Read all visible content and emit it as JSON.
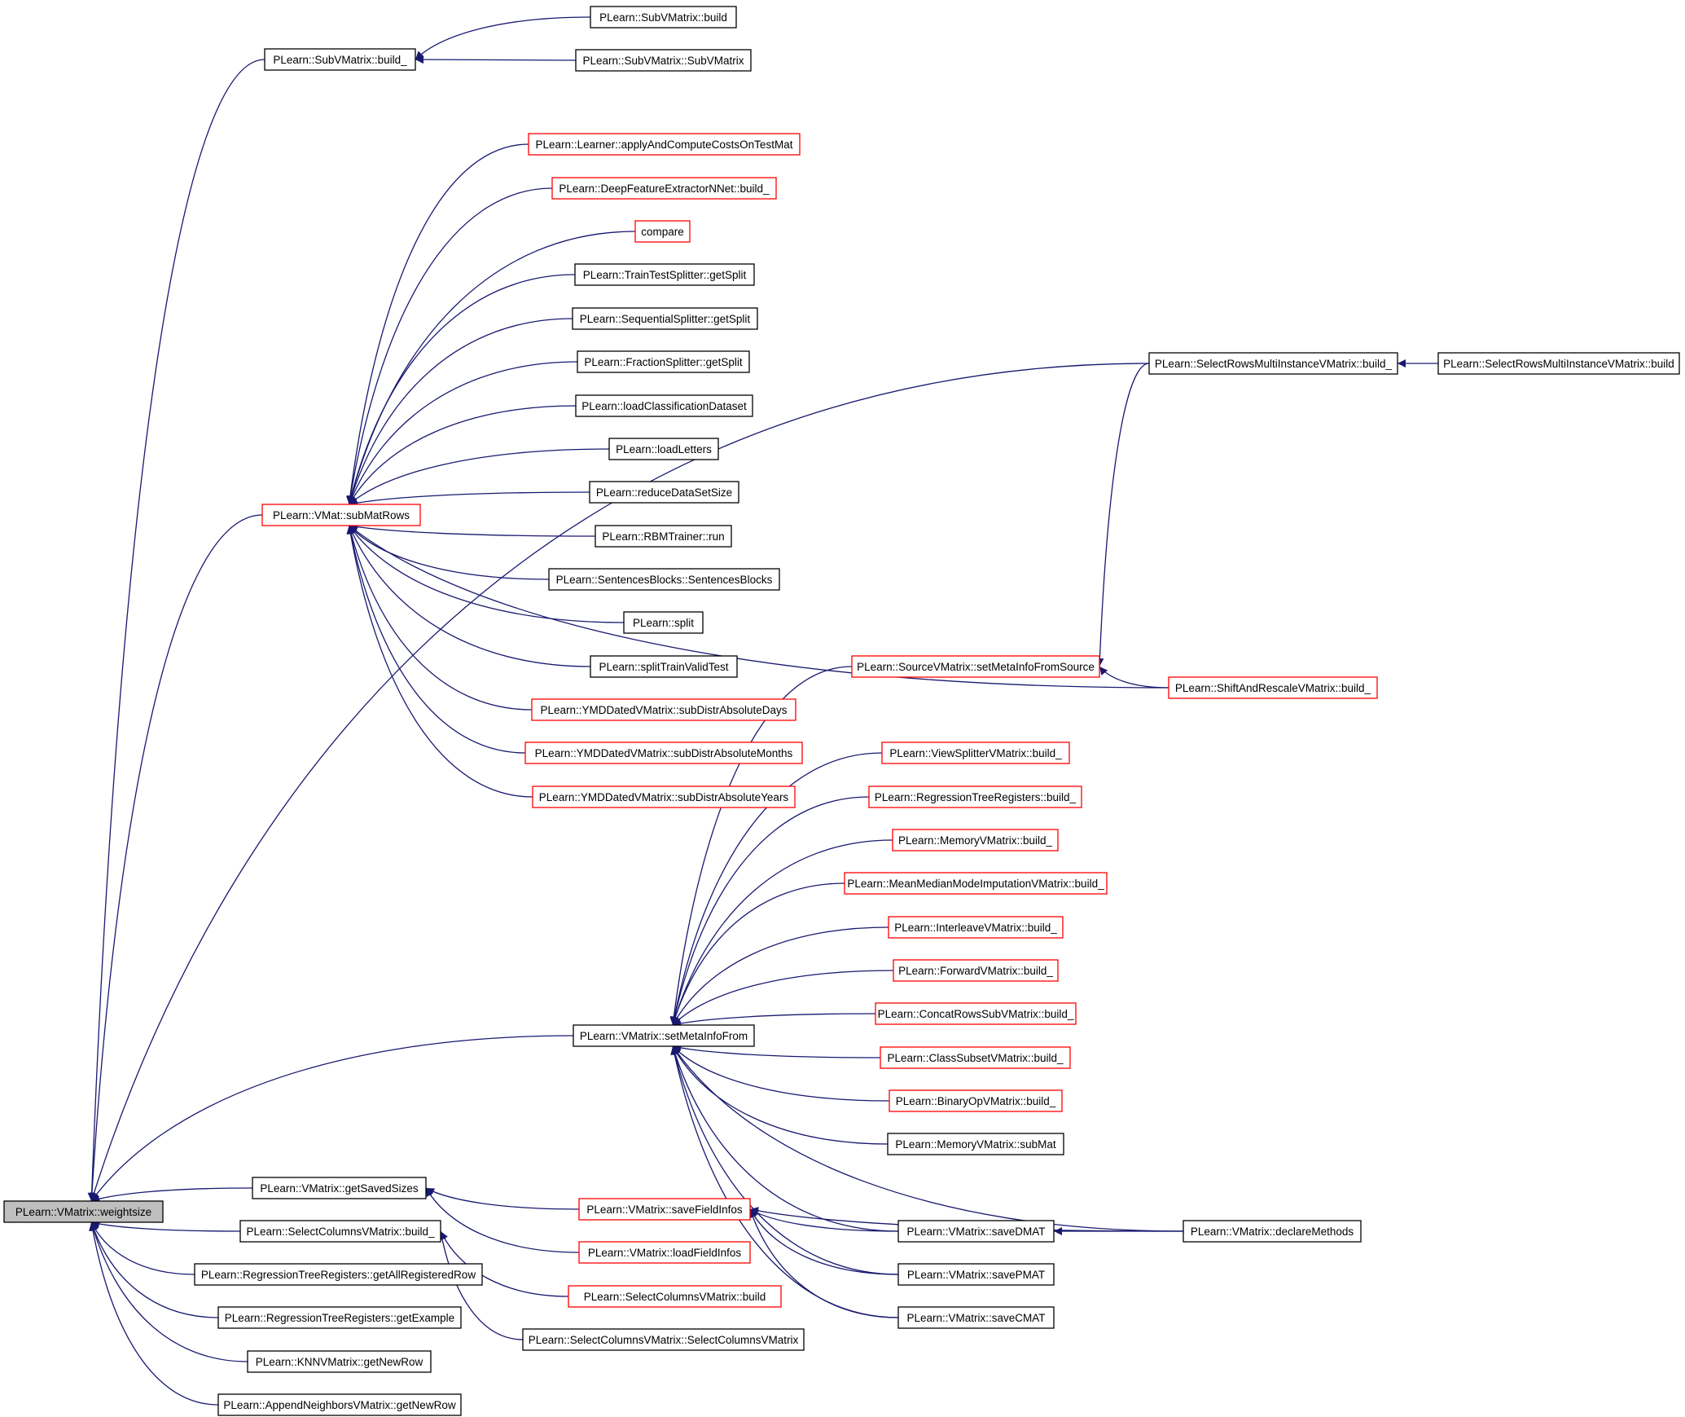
{
  "colors": {
    "edge": "#191970",
    "normal_border": "#000000",
    "red_border": "#ff0000",
    "root_fill": "#bfbfbf",
    "node_fill": "#ffffff"
  },
  "nodes": [
    {
      "id": "weightsize",
      "label": "PLearn::VMatrix::weightsize",
      "style": "root"
    },
    {
      "id": "subvm_build_",
      "label": "PLearn::SubVMatrix::build_",
      "style": "normal"
    },
    {
      "id": "subvm_build",
      "label": "PLearn::SubVMatrix::build",
      "style": "normal"
    },
    {
      "id": "subvm_ctor",
      "label": "PLearn::SubVMatrix::SubVMatrix",
      "style": "normal"
    },
    {
      "id": "applyAndCompute",
      "label": "PLearn::Learner::applyAndComputeCostsOnTestMat",
      "style": "red"
    },
    {
      "id": "deepfeat",
      "label": "PLearn::DeepFeatureExtractorNNet::build_",
      "style": "red"
    },
    {
      "id": "compare",
      "label": "compare",
      "style": "red"
    },
    {
      "id": "tts_getsplit",
      "label": "PLearn::TrainTestSplitter::getSplit",
      "style": "normal"
    },
    {
      "id": "seq_getsplit",
      "label": "PLearn::SequentialSplitter::getSplit",
      "style": "normal"
    },
    {
      "id": "frac_getsplit",
      "label": "PLearn::FractionSplitter::getSplit",
      "style": "normal"
    },
    {
      "id": "loadclass",
      "label": "PLearn::loadClassificationDataset",
      "style": "normal"
    },
    {
      "id": "loadletters",
      "label": "PLearn::loadLetters",
      "style": "normal"
    },
    {
      "id": "reducedata",
      "label": "PLearn::reduceDataSetSize",
      "style": "normal"
    },
    {
      "id": "rbmrun",
      "label": "PLearn::RBMTrainer::run",
      "style": "normal"
    },
    {
      "id": "sentences",
      "label": "PLearn::SentencesBlocks::SentencesBlocks",
      "style": "normal"
    },
    {
      "id": "split",
      "label": "PLearn::split",
      "style": "normal"
    },
    {
      "id": "splittrain",
      "label": "PLearn::splitTrainValidTest",
      "style": "normal"
    },
    {
      "id": "ymd_days",
      "label": "PLearn::YMDDatedVMatrix::subDistrAbsoluteDays",
      "style": "red"
    },
    {
      "id": "ymd_months",
      "label": "PLearn::YMDDatedVMatrix::subDistrAbsoluteMonths",
      "style": "red"
    },
    {
      "id": "ymd_years",
      "label": "PLearn::YMDDatedVMatrix::subDistrAbsoluteYears",
      "style": "red"
    },
    {
      "id": "submatrows",
      "label": "PLearn::VMat::subMatRows",
      "style": "red"
    },
    {
      "id": "selrows_build_",
      "label": "PLearn::SelectRowsMultiInstanceVMatrix::build_",
      "style": "normal"
    },
    {
      "id": "selrows_build",
      "label": "PLearn::SelectRowsMultiInstanceVMatrix::build",
      "style": "normal"
    },
    {
      "id": "src_setmeta",
      "label": "PLearn::SourceVMatrix::setMetaInfoFromSource",
      "style": "red"
    },
    {
      "id": "shift_build_",
      "label": "PLearn::ShiftAndRescaleVMatrix::build_",
      "style": "red"
    },
    {
      "id": "viewsplit",
      "label": "PLearn::ViewSplitterVMatrix::build_",
      "style": "red"
    },
    {
      "id": "regtree_build_",
      "label": "PLearn::RegressionTreeRegisters::build_",
      "style": "red"
    },
    {
      "id": "memvm_build_",
      "label": "PLearn::MemoryVMatrix::build_",
      "style": "red"
    },
    {
      "id": "meanmedian",
      "label": "PLearn::MeanMedianModeImputationVMatrix::build_",
      "style": "red"
    },
    {
      "id": "interleave",
      "label": "PLearn::InterleaveVMatrix::build_",
      "style": "red"
    },
    {
      "id": "forward",
      "label": "PLearn::ForwardVMatrix::build_",
      "style": "red"
    },
    {
      "id": "concatrows",
      "label": "PLearn::ConcatRowsSubVMatrix::build_",
      "style": "red"
    },
    {
      "id": "classsubset",
      "label": "PLearn::ClassSubsetVMatrix::build_",
      "style": "red"
    },
    {
      "id": "binaryop",
      "label": "PLearn::BinaryOpVMatrix::build_",
      "style": "red"
    },
    {
      "id": "memvm_submat",
      "label": "PLearn::MemoryVMatrix::subMat",
      "style": "normal"
    },
    {
      "id": "setmetainfofrom",
      "label": "PLearn::VMatrix::setMetaInfoFrom",
      "style": "normal"
    },
    {
      "id": "savedmat",
      "label": "PLearn::VMatrix::saveDMAT",
      "style": "normal"
    },
    {
      "id": "declaremethods",
      "label": "PLearn::VMatrix::declareMethods",
      "style": "normal"
    },
    {
      "id": "savepmat",
      "label": "PLearn::VMatrix::savePMAT",
      "style": "normal"
    },
    {
      "id": "savecmat",
      "label": "PLearn::VMatrix::saveCMAT",
      "style": "normal"
    },
    {
      "id": "getsavedsizes",
      "label": "PLearn::VMatrix::getSavedSizes",
      "style": "normal"
    },
    {
      "id": "savefieldinfos",
      "label": "PLearn::VMatrix::saveFieldInfos",
      "style": "red"
    },
    {
      "id": "loadfieldinfos",
      "label": "PLearn::VMatrix::loadFieldInfos",
      "style": "red"
    },
    {
      "id": "selcols_build_",
      "label": "PLearn::SelectColumnsVMatrix::build_",
      "style": "normal"
    },
    {
      "id": "selcols_build",
      "label": "PLearn::SelectColumnsVMatrix::build",
      "style": "red"
    },
    {
      "id": "selcols_ctor",
      "label": "PLearn::SelectColumnsVMatrix::SelectColumnsVMatrix",
      "style": "normal"
    },
    {
      "id": "regtree_getall",
      "label": "PLearn::RegressionTreeRegisters::getAllRegisteredRow",
      "style": "normal"
    },
    {
      "id": "regtree_getex",
      "label": "PLearn::RegressionTreeRegisters::getExample",
      "style": "normal"
    },
    {
      "id": "knnv_getnewrow",
      "label": "PLearn::KNNVMatrix::getNewRow",
      "style": "normal"
    },
    {
      "id": "appendn_getnewrow",
      "label": "PLearn::AppendNeighborsVMatrix::getNewRow",
      "style": "normal"
    }
  ],
  "edges": [
    {
      "from": "subvm_build_",
      "to": "weightsize"
    },
    {
      "from": "selrows_build_",
      "to": "weightsize"
    },
    {
      "from": "submatrows",
      "to": "weightsize"
    },
    {
      "from": "setmetainfofrom",
      "to": "weightsize"
    },
    {
      "from": "getsavedsizes",
      "to": "weightsize"
    },
    {
      "from": "selcols_build_",
      "to": "weightsize"
    },
    {
      "from": "regtree_getall",
      "to": "weightsize"
    },
    {
      "from": "regtree_getex",
      "to": "weightsize"
    },
    {
      "from": "knnv_getnewrow",
      "to": "weightsize"
    },
    {
      "from": "appendn_getnewrow",
      "to": "weightsize"
    },
    {
      "from": "subvm_build",
      "to": "subvm_build_"
    },
    {
      "from": "subvm_ctor",
      "to": "subvm_build_"
    },
    {
      "from": "applyAndCompute",
      "to": "submatrows"
    },
    {
      "from": "deepfeat",
      "to": "submatrows"
    },
    {
      "from": "compare",
      "to": "submatrows"
    },
    {
      "from": "tts_getsplit",
      "to": "submatrows"
    },
    {
      "from": "seq_getsplit",
      "to": "submatrows"
    },
    {
      "from": "frac_getsplit",
      "to": "submatrows"
    },
    {
      "from": "loadclass",
      "to": "submatrows"
    },
    {
      "from": "loadletters",
      "to": "submatrows"
    },
    {
      "from": "reducedata",
      "to": "submatrows"
    },
    {
      "from": "rbmrun",
      "to": "submatrows"
    },
    {
      "from": "sentences",
      "to": "submatrows"
    },
    {
      "from": "split",
      "to": "submatrows"
    },
    {
      "from": "splittrain",
      "to": "submatrows"
    },
    {
      "from": "ymd_days",
      "to": "submatrows"
    },
    {
      "from": "ymd_months",
      "to": "submatrows"
    },
    {
      "from": "ymd_years",
      "to": "submatrows"
    },
    {
      "from": "shift_build_",
      "to": "submatrows"
    },
    {
      "from": "selrows_build",
      "to": "selrows_build_"
    },
    {
      "from": "selrows_build_",
      "to": "src_setmeta"
    },
    {
      "from": "shift_build_",
      "to": "src_setmeta"
    },
    {
      "from": "src_setmeta",
      "to": "setmetainfofrom"
    },
    {
      "from": "viewsplit",
      "to": "setmetainfofrom"
    },
    {
      "from": "regtree_build_",
      "to": "setmetainfofrom"
    },
    {
      "from": "memvm_build_",
      "to": "setmetainfofrom"
    },
    {
      "from": "meanmedian",
      "to": "setmetainfofrom"
    },
    {
      "from": "interleave",
      "to": "setmetainfofrom"
    },
    {
      "from": "forward",
      "to": "setmetainfofrom"
    },
    {
      "from": "concatrows",
      "to": "setmetainfofrom"
    },
    {
      "from": "classsubset",
      "to": "setmetainfofrom"
    },
    {
      "from": "binaryop",
      "to": "setmetainfofrom"
    },
    {
      "from": "memvm_submat",
      "to": "setmetainfofrom"
    },
    {
      "from": "declaremethods",
      "to": "setmetainfofrom"
    },
    {
      "from": "savedmat",
      "to": "setmetainfofrom"
    },
    {
      "from": "savepmat",
      "to": "setmetainfofrom"
    },
    {
      "from": "savecmat",
      "to": "setmetainfofrom"
    },
    {
      "from": "declaremethods",
      "to": "savedmat"
    },
    {
      "from": "savefieldinfos",
      "to": "getsavedsizes"
    },
    {
      "from": "loadfieldinfos",
      "to": "getsavedsizes"
    },
    {
      "from": "savedmat",
      "to": "savefieldinfos"
    },
    {
      "from": "savepmat",
      "to": "savefieldinfos"
    },
    {
      "from": "savecmat",
      "to": "savefieldinfos"
    },
    {
      "from": "declaremethods",
      "to": "savefieldinfos"
    },
    {
      "from": "selcols_build",
      "to": "selcols_build_"
    },
    {
      "from": "selcols_ctor",
      "to": "selcols_build_"
    }
  ]
}
